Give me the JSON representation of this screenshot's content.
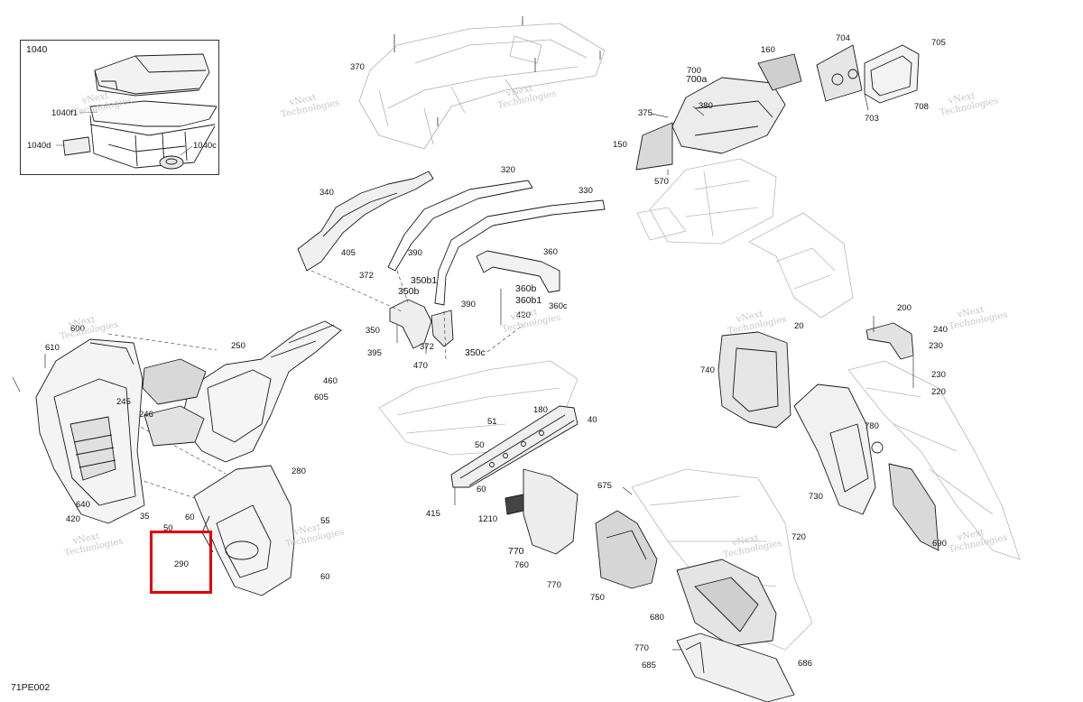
{
  "diagram_id": "71PE002",
  "inset": {
    "title": "1040",
    "labels": [
      "1040f1",
      "1040d",
      "1040c"
    ]
  },
  "highlighted_part": "290",
  "part_labels": [
    "370",
    "160",
    "704",
    "705",
    "700",
    "700a",
    "375",
    "380",
    "703",
    "708",
    "150",
    "570",
    "340",
    "320",
    "330",
    "405",
    "390",
    "372",
    "350b1",
    "350b",
    "360",
    "360b",
    "360b1",
    "360c",
    "420",
    "390",
    "350",
    "395",
    "372",
    "350c",
    "470",
    "20",
    "200",
    "240",
    "230",
    "230",
    "220",
    "610",
    "600",
    "250",
    "460",
    "605",
    "245",
    "246",
    "740",
    "180",
    "51",
    "40",
    "50",
    "780",
    "60",
    "280",
    "415",
    "1210",
    "675",
    "730",
    "640",
    "420",
    "35",
    "50",
    "55",
    "60",
    "770",
    "760",
    "720",
    "690",
    "770",
    "750",
    "680",
    "770",
    "685",
    "686"
  ],
  "watermark": {
    "line1": "vNext",
    "line2": "Technologies"
  }
}
